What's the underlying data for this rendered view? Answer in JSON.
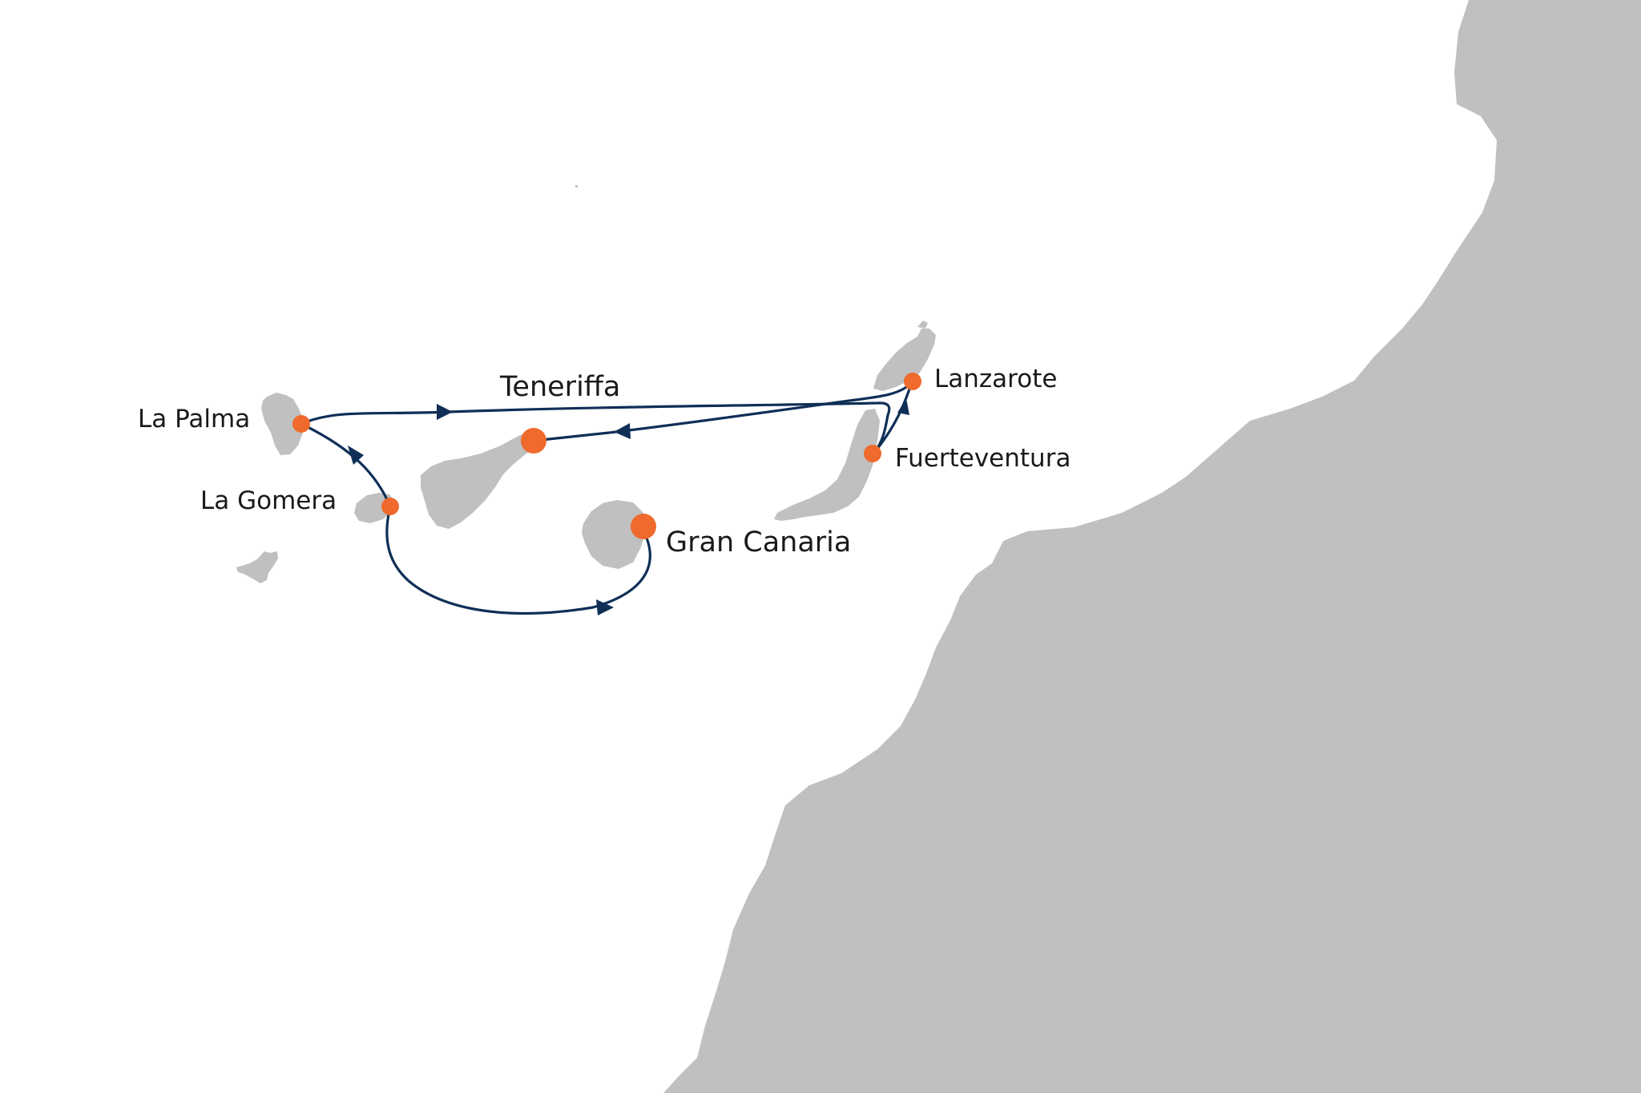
{
  "colors": {
    "sea": "#ffffff",
    "land": "#c0c0c0",
    "route": "#0f2f57",
    "port": "#ef6a2c"
  },
  "ports": [
    {
      "id": "la-palma",
      "label": "La Palma",
      "major": false
    },
    {
      "id": "la-gomera",
      "label": "La Gomera",
      "major": false
    },
    {
      "id": "teneriffa",
      "label": "Teneriffa",
      "major": true
    },
    {
      "id": "gran-canaria",
      "label": "Gran Canaria",
      "major": true
    },
    {
      "id": "lanzarote",
      "label": "Lanzarote",
      "major": false
    },
    {
      "id": "fuerteventura",
      "label": "Fuerteventura",
      "major": false
    }
  ]
}
